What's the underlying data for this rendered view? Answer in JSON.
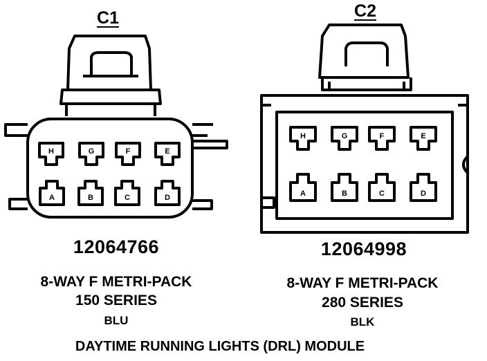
{
  "connectors": [
    {
      "id": "C1",
      "part_number": "12064766",
      "description_line1": "8-WAY F METRI-PACK",
      "description_line2": "150 SERIES",
      "color": "BLU",
      "pins_top": [
        "H",
        "G",
        "F",
        "E"
      ],
      "pins_bottom": [
        "A",
        "B",
        "C",
        "D"
      ]
    },
    {
      "id": "C2",
      "part_number": "12064998",
      "description_line1": "8-WAY F METRI-PACK",
      "description_line2": "280 SERIES",
      "color": "BLK",
      "pins_top": [
        "H",
        "G",
        "F",
        "E"
      ],
      "pins_bottom": [
        "A",
        "B",
        "C",
        "D"
      ]
    }
  ],
  "title": "DAYTIME RUNNING LIGHTS (DRL) MODULE"
}
